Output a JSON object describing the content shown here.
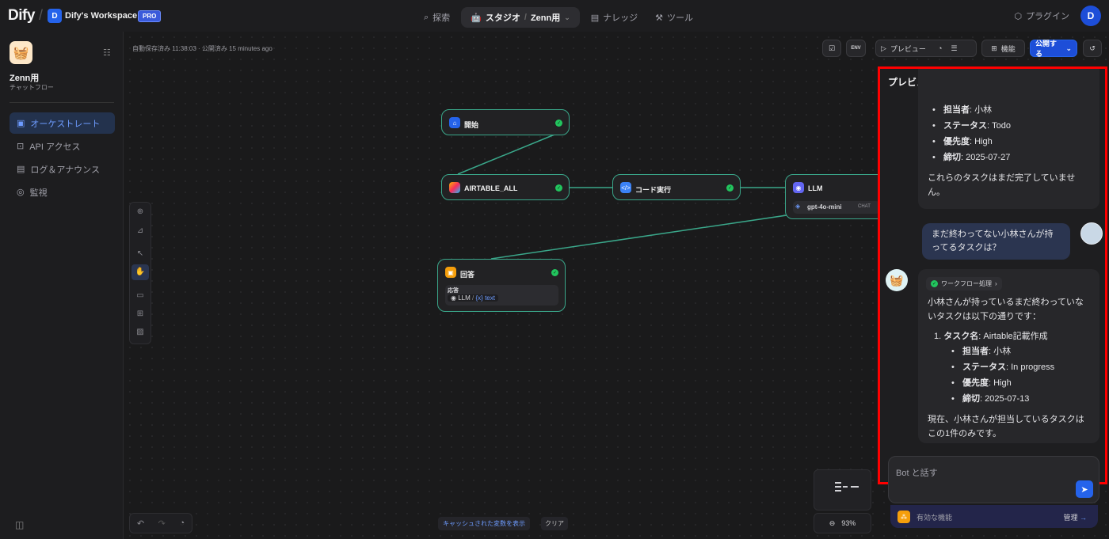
{
  "topbar": {
    "logo": "Dify",
    "workspace_initial": "D",
    "workspace_name": "Dify's Workspace",
    "plan_badge": "PRO",
    "nav": {
      "explore": "探索",
      "studio": "スタジオ",
      "studio_app": "Zenn用",
      "knowledge": "ナレッジ",
      "tools": "ツール"
    },
    "plugins": "プラグイン",
    "user_initial": "D"
  },
  "sidebar": {
    "app_name": "Zenn用",
    "app_type": "チャットフロー",
    "items": [
      {
        "label": "オーケストレート",
        "icon": "layout-icon",
        "active": true
      },
      {
        "label": "API アクセス",
        "icon": "terminal-icon",
        "active": false
      },
      {
        "label": "ログ＆アナウンス",
        "icon": "document-icon",
        "active": false
      },
      {
        "label": "監視",
        "icon": "monitor-icon",
        "active": false
      }
    ]
  },
  "canvas": {
    "autosave": "自動保存済み 11:38:03 · 公開済み 15 minutes ago",
    "toolbar": {
      "env": "ENV",
      "preview": "プレビュー",
      "features": "機能",
      "publish": "公開する"
    },
    "nodes": {
      "start": "開始",
      "airtable": "AIRTABLE_ALL",
      "code": "コード実行",
      "llm": "LLM",
      "llm_model": "gpt-4o-mini",
      "llm_model_tag": "CHAT",
      "answer": "回答",
      "answer_label": "応答",
      "answer_var_node": "LLM",
      "answer_var_sep": "/",
      "answer_var_name": "text"
    },
    "cache_vars": "キャッシュされた変数を表示",
    "clear": "クリア",
    "zoom": "93%"
  },
  "preview": {
    "title": "プレビュー",
    "msg1": {
      "bullets": [
        {
          "key": "担当者",
          "value": ": 小林"
        },
        {
          "key": "ステータス",
          "value": ": Todo"
        },
        {
          "key": "優先度",
          "value": ": High"
        },
        {
          "key": "締切",
          "value": ": 2025-07-27"
        }
      ],
      "footer_line1": "これらのタスクはまだ完了していませ",
      "footer_line2": "ん。"
    },
    "user_msg_line1": "まだ終わってない小林さんが持",
    "user_msg_line2": "ってるタスクは？",
    "msg2": {
      "workflow_label": "ワークフロー処理",
      "intro_line1": "小林さんが持っているまだ終わっていな",
      "intro_line2": "いタスクは以下の通りです：",
      "task_number": "1.",
      "task_key": "タスク名",
      "task_value": ": Airtable記載作成",
      "bullets": [
        {
          "key": "担当者",
          "value": ": 小林"
        },
        {
          "key": "ステータス",
          "value": ": In progress"
        },
        {
          "key": "優先度",
          "value": ": High"
        },
        {
          "key": "締切",
          "value": ": 2025-07-13"
        }
      ],
      "footer_line1": "現在、小林さんが担当しているタスクは",
      "footer_line2": "この1件のみです。"
    },
    "input_placeholder": "Bot と話す",
    "features_label": "有効な機能",
    "manage": "管理"
  }
}
